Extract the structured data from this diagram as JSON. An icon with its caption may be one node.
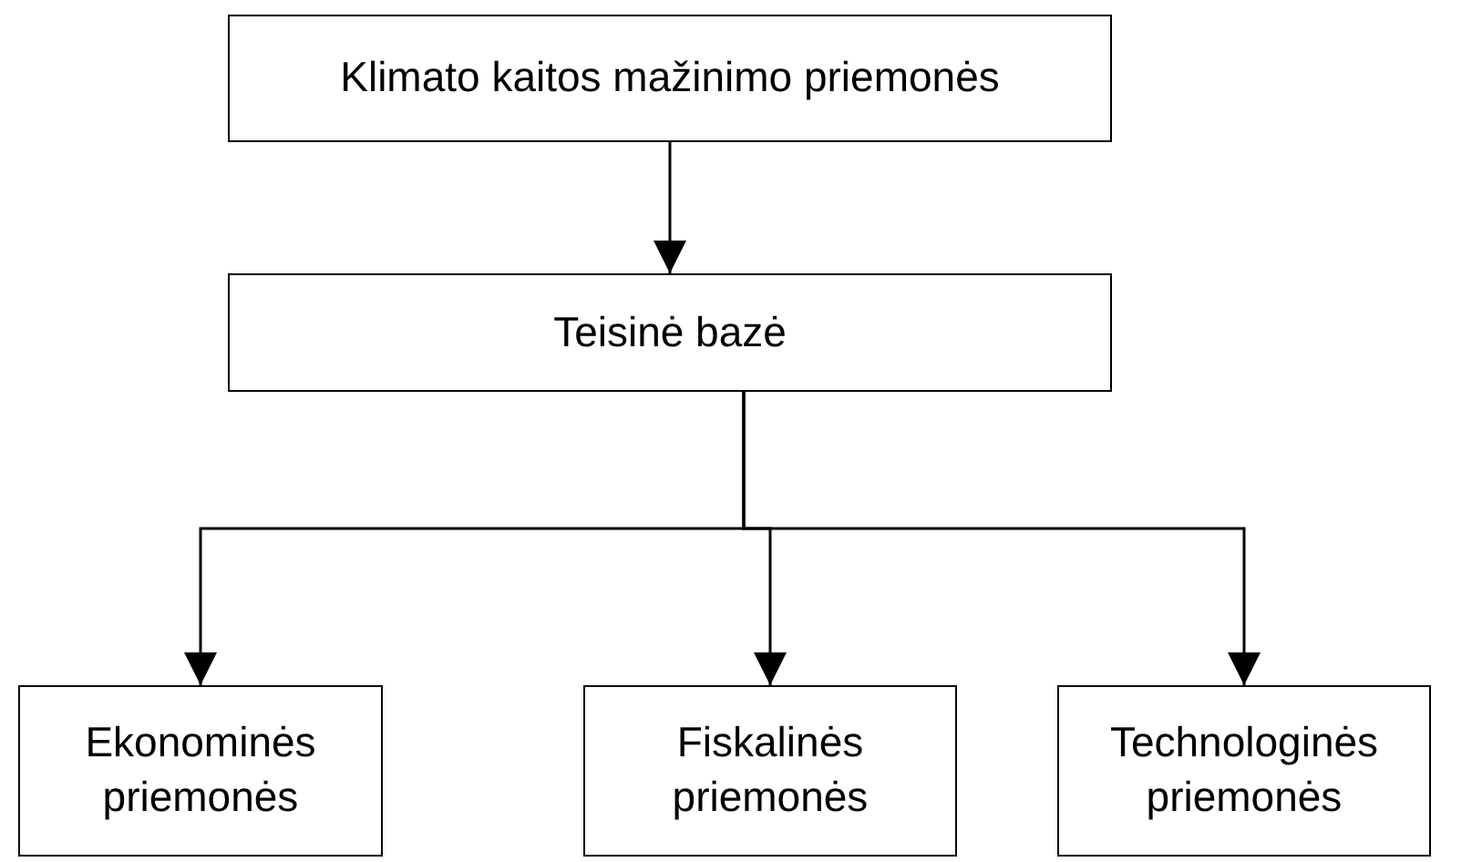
{
  "diagram": {
    "nodes": [
      {
        "text": [
          "Klimato kaitos mažinimo priemonės"
        ]
      },
      {
        "text": [
          "Teisinė bazė"
        ]
      },
      {
        "text": [
          "Ekonominės priemonės"
        ]
      },
      {
        "text": [
          "Fiskalinės priemonės"
        ]
      },
      {
        "text": [
          "Technologinės priemonės"
        ]
      }
    ],
    "edges": [
      {
        "from": 0,
        "to": 1,
        "arrow": "to"
      },
      {
        "from": 1,
        "to": 2,
        "arrow": "to"
      },
      {
        "from": 1,
        "to": 3,
        "arrow": "to"
      },
      {
        "from": 1,
        "to": 4,
        "arrow": "to"
      }
    ]
  }
}
